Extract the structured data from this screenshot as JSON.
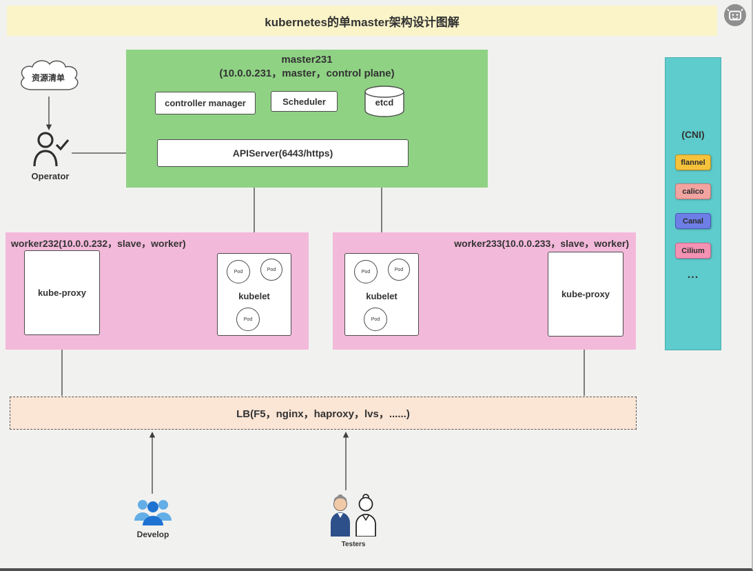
{
  "page": {
    "title": "kubernetes的单master架构设计图解"
  },
  "master": {
    "title": "master231",
    "subtitle": "(10.0.0.231，master，control plane)",
    "controller_manager": "controller manager",
    "scheduler": "Scheduler",
    "etcd": "etcd",
    "apiserver": "APIServer(6443/https)"
  },
  "operator": {
    "cloud": "资源清单",
    "label": "Operator"
  },
  "workers": [
    {
      "title": "worker232(10.0.0.232，slave，worker)",
      "kube_proxy": "kube-proxy",
      "kubelet": "kubelet",
      "pods": [
        "Pod",
        "Pod",
        "Pod"
      ]
    },
    {
      "title": "worker233(10.0.0.233，slave，worker)",
      "kube_proxy": "kube-proxy",
      "kubelet": "kubelet",
      "pods": [
        "Pod",
        "Pod",
        "Pod"
      ]
    }
  ],
  "cni": {
    "title": "(CNI)",
    "plugins": [
      {
        "label": "flannel",
        "color": "#f5c33b"
      },
      {
        "label": "calico",
        "color": "#f2a4a1"
      },
      {
        "label": "Canal",
        "color": "#6d7fe6"
      },
      {
        "label": "Cilium",
        "color": "#f492b4"
      }
    ],
    "more": "..."
  },
  "lb": {
    "label": "LB(F5，nginx，haproxy，lvs，......)"
  },
  "actors": {
    "develop": "Develop",
    "testers": "Testers"
  },
  "icons": {
    "watermark": "emoji-badge-icon",
    "cloud": "cloud-shape",
    "operator": "person-check-icon",
    "etcd": "cylinder-shape",
    "develop": "people-group-icon",
    "testers": "two-people-icon"
  },
  "colors": {
    "banner": "#faf4c8",
    "master": "#8fd284",
    "worker": "#f3b9da",
    "cni_panel": "#5ecbcc",
    "lb": "#fbe5d5",
    "background": "#f1f1ef"
  }
}
